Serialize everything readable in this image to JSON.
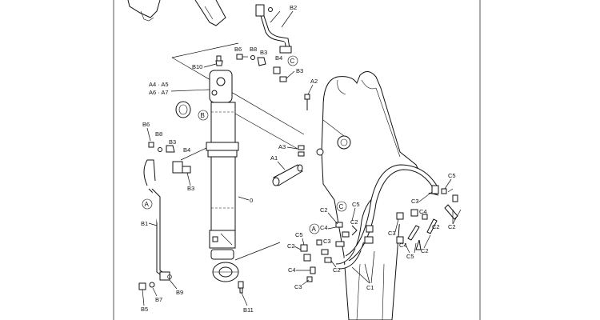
{
  "labels": {
    "B2": "B2",
    "B6_top": "B6",
    "B8_top": "B8",
    "B3_top": "B3",
    "B4_top": "B4",
    "B3_top2": "B3",
    "B10": "B10",
    "A4A5": "A4 · A5",
    "A6A7": "A6 · A7",
    "B6_left": "B6",
    "B8_left": "B8",
    "B3_left": "B3",
    "B4_left": "B4",
    "B3_left2": "B3",
    "B1": "B1",
    "B5": "B5",
    "B7": "B7",
    "B9": "B9",
    "B11": "B11",
    "zero": "0",
    "A2": "A2",
    "A3": "A3",
    "A1": "A1",
    "C5_r1": "C5",
    "C3_r1": "C3",
    "C4_r1": "C4",
    "C2_r1": "C2",
    "C2_r2": "C2",
    "C3_r2": "C3",
    "C4_r2": "C4",
    "C5_r2": "C5",
    "C2_r3": "C2",
    "C2_m1": "C2",
    "C5_m1": "C5",
    "C4_m1": "C4",
    "C2_m2": "C2",
    "C5_l1": "C5",
    "C3_l1": "C3",
    "C2_l1": "C2",
    "C4_l1": "C4",
    "C3_l2": "C3",
    "C2_l2": "C2",
    "C1": "C1"
  },
  "callouts": {
    "C_top": "C",
    "B_mid": "B",
    "A_left": "A",
    "C_mid": "C",
    "A_low": "A"
  }
}
